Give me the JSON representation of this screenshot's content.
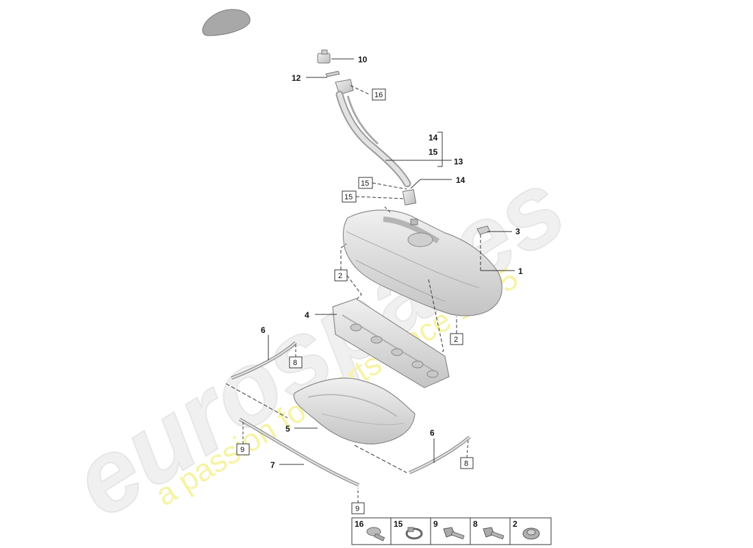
{
  "watermark": {
    "brand": "eurospares",
    "tagline": "a passion for parts since 1985"
  },
  "callouts": {
    "c1": "1",
    "c3": "3",
    "c4": "4",
    "c5": "5",
    "c6a": "6",
    "c6b": "6",
    "c7": "7",
    "c10": "10",
    "c12": "12",
    "c13": "13",
    "c14a": "14",
    "c15a": "15",
    "c14b": "14"
  },
  "boxed_refs": {
    "b16": "16",
    "b15a": "15",
    "b15b": "15",
    "b2a": "2",
    "b2b": "2",
    "b8a": "8",
    "b8b": "8",
    "b9a": "9",
    "b9b": "9"
  },
  "hardware_strip": {
    "items": [
      {
        "label": "16",
        "icon": "bolt-washer-icon"
      },
      {
        "label": "15",
        "icon": "hose-clamp-icon"
      },
      {
        "label": "9",
        "icon": "flange-bolt-icon"
      },
      {
        "label": "8",
        "icon": "flange-bolt-icon"
      },
      {
        "label": "2",
        "icon": "flange-nut-icon"
      }
    ]
  },
  "colors": {
    "part_fill": "#dcdcdc",
    "part_stroke": "#8a8a8a",
    "leader": "#333333",
    "watermark_grey": "#eeeeee",
    "watermark_yellow": "#f6f3a6"
  }
}
